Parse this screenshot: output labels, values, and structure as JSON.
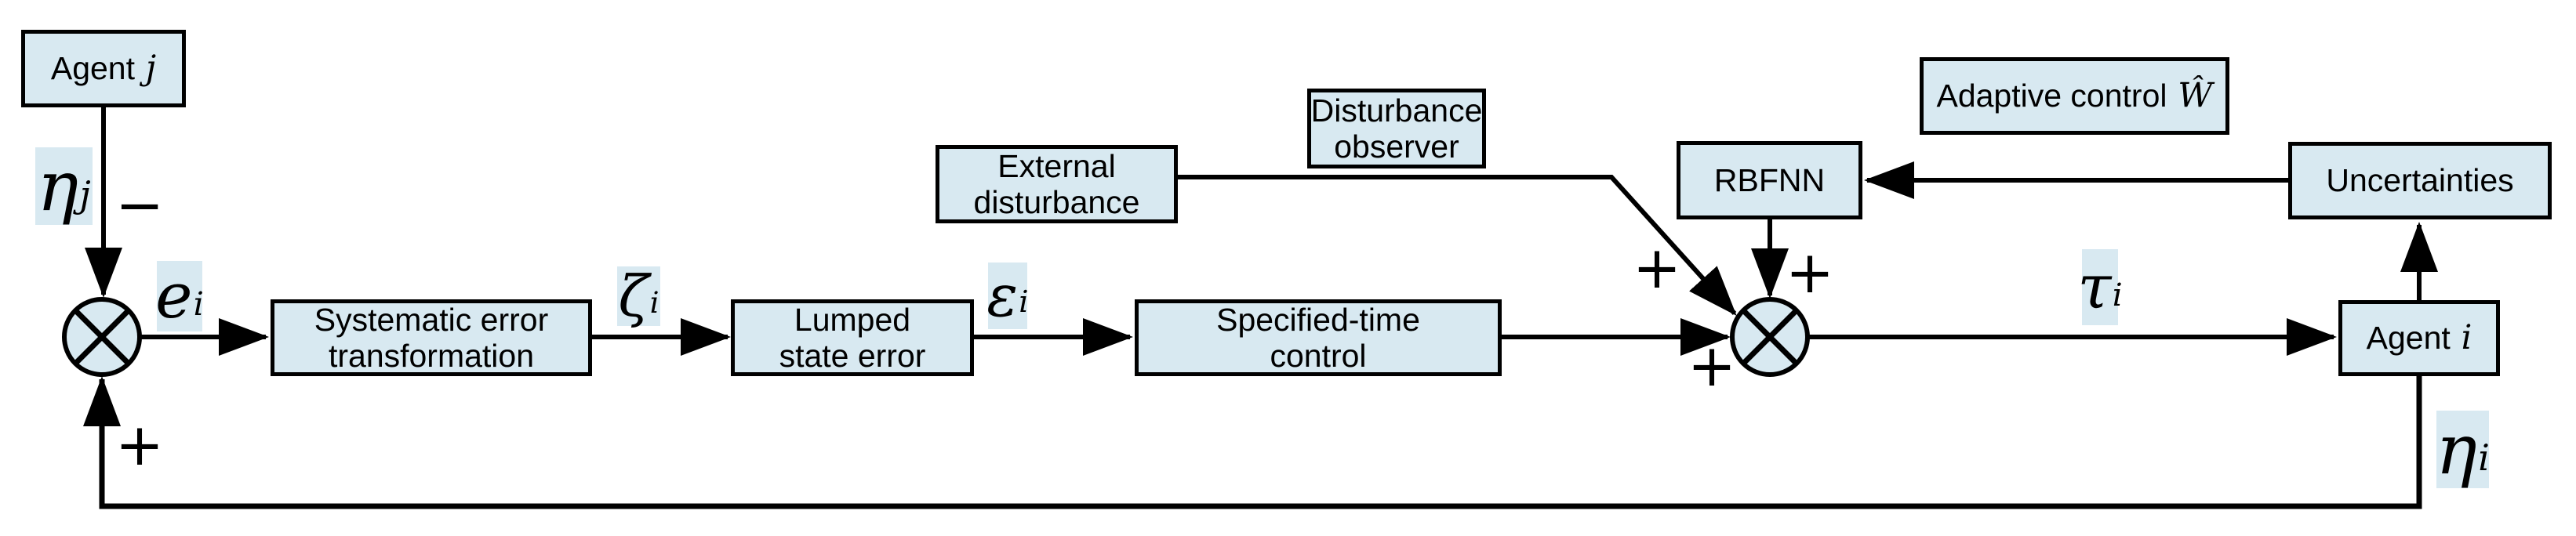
{
  "colors": {
    "box_fill": "#d8e9f1",
    "label_fill": "#d8e9f1",
    "line_color": "#000000",
    "background": "#ffffff"
  },
  "boxes": {
    "agent_j": {
      "text": "Agent",
      "var": "j"
    },
    "systematic": {
      "line1": "Systematic error",
      "line2": "transformation"
    },
    "lumped": {
      "line1": "Lumped",
      "line2": "state error"
    },
    "specified": {
      "line1": "Specified-time",
      "line2": "control"
    },
    "external": {
      "line1": "External",
      "line2": "disturbance"
    },
    "observer": {
      "line1": "Disturbance",
      "line2": "observer"
    },
    "rbfnn": {
      "text": "RBFNN"
    },
    "adaptive": {
      "text": "Adaptive control",
      "var": "Ŵ"
    },
    "uncertainties": {
      "text": "Uncertainties"
    },
    "agent_i": {
      "text": "Agent",
      "var": "i"
    }
  },
  "signals": {
    "eta_j": {
      "base": "η",
      "sub": "j"
    },
    "e_i": {
      "base": "e",
      "sub": "i"
    },
    "zeta_i": {
      "base": "ζ",
      "sub": "i"
    },
    "epsilon_i": {
      "base": "ε",
      "sub": "i"
    },
    "tau_i": {
      "base": "τ",
      "sub": "i"
    },
    "eta_i": {
      "base": "η",
      "sub": "i"
    }
  },
  "signs": {
    "minus_eta_j": "−",
    "plus_feedback": "+",
    "plus_disturbance": "+",
    "plus_rbfnn": "+",
    "plus_control": "+"
  }
}
